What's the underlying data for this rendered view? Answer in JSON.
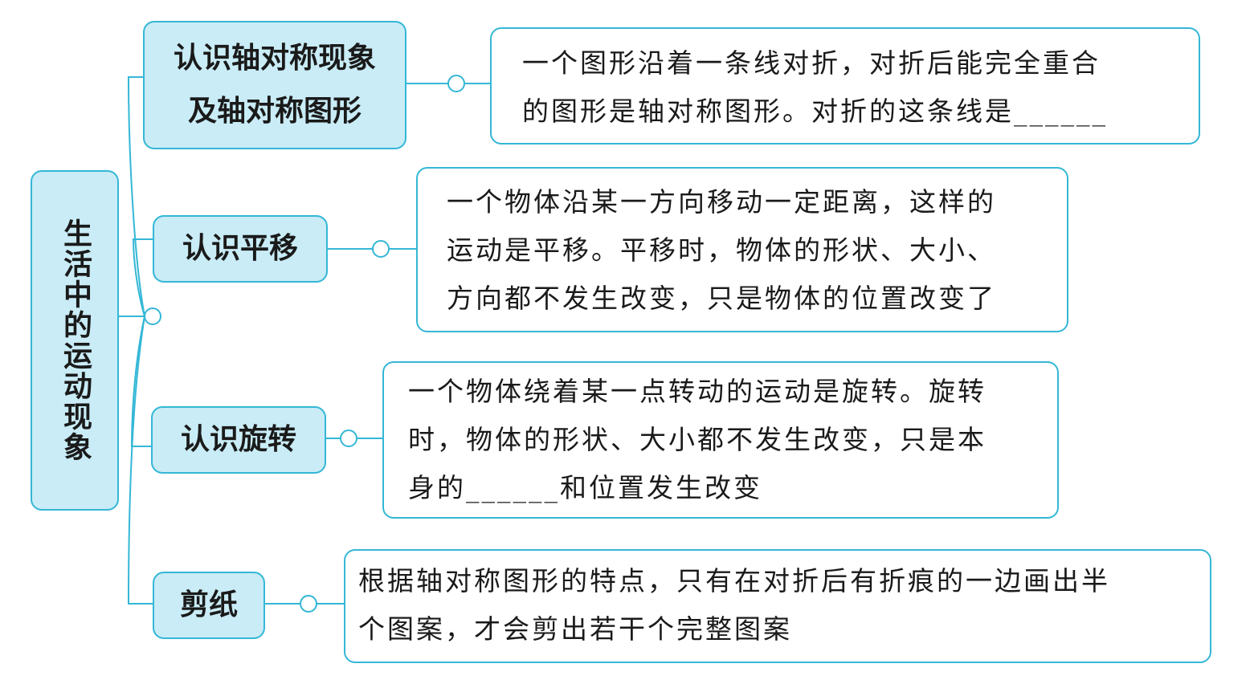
{
  "root": {
    "title": "生活中的运动现象"
  },
  "branches": [
    {
      "title_lines": [
        "认识轴对称现象",
        "及轴对称图形"
      ],
      "description_lines": [
        "一个图形沿着一条线对折，对折后能完全重合",
        "的图形是轴对称图形。对折的这条线是______"
      ]
    },
    {
      "title_lines": [
        "认识平移"
      ],
      "description_lines": [
        "一个物体沿某一方向移动一定距离，这样的",
        "运动是平移。平移时，物体的形状、大小、",
        "方向都不发生改变，只是物体的位置改变了"
      ]
    },
    {
      "title_lines": [
        "认识旋转"
      ],
      "description_lines": [
        "一个物体绕着某一点转动的运动是旋转。旋转",
        "时，物体的形状、大小都不发生改变，只是本",
        "身的______和位置发生改变"
      ]
    },
    {
      "title_lines": [
        "剪纸"
      ],
      "description_lines": [
        "根据轴对称图形的特点，只有在对折后有折痕的一边画出半",
        "个图案，才会剪出若干个完整图案"
      ]
    }
  ],
  "colors": {
    "accent_border": "#34b7d6",
    "fill": "#c9ecf6",
    "text": "#1a1a1a"
  }
}
